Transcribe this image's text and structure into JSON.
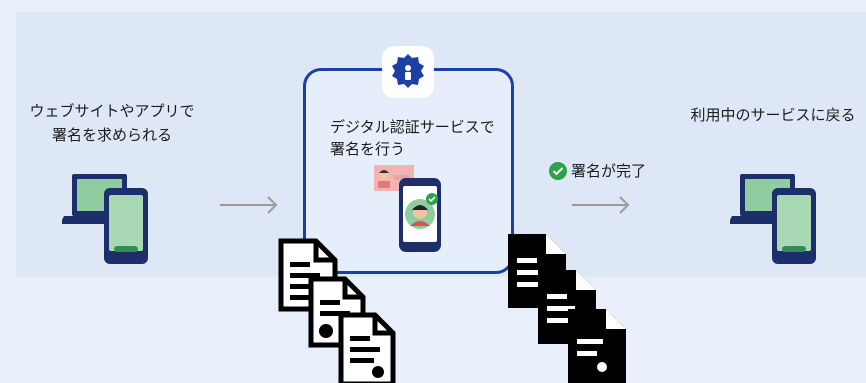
{
  "steps": {
    "step1": {
      "line1": "ウェブサイトやアプリで",
      "line2": "署名を求められる"
    },
    "step2": {
      "line1": "デジタル認証サービスで",
      "line2": "署名を行う"
    },
    "step3": {
      "line1": "利用中のサービスに戻る"
    }
  },
  "status": {
    "complete_label": "署名が完了"
  },
  "icons": {
    "device1": "laptop-phone-icon",
    "card_badge": "shield-lock-icon",
    "id_card": "id-card-icon",
    "phone_face": "phone-face-verified-icon",
    "check": "check-circle-icon",
    "device3": "laptop-phone-icon",
    "documents": "document-icon"
  },
  "colors": {
    "background": "#e8eefa",
    "band": "#dde7f6",
    "accent_blue": "#1c3fa6",
    "device_green": "#7bc08f",
    "check_green": "#2aa34a",
    "arrow_gray": "#9a9a9a"
  }
}
